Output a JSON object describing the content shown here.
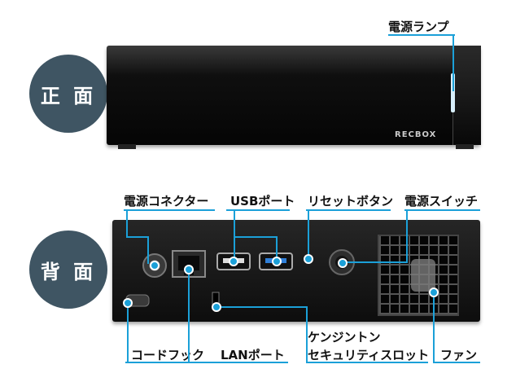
{
  "sections": {
    "front": "正 面",
    "back": "背 面"
  },
  "front_device": {
    "brand": "RECBOX"
  },
  "labels": {
    "power_lamp": "電源ランプ",
    "power_connector": "電源コネクター",
    "usb_port": "USBポート",
    "reset_button": "リセットボタン",
    "power_switch": "電源スイッチ",
    "cord_hook": "コードフック",
    "lan_port": "LANポート",
    "kensington_line1": "ケンジントン",
    "kensington_line2": "セキュリティスロット",
    "fan": "ファン"
  },
  "colors": {
    "accent": "#1ba0d8",
    "badge": "#3f5563"
  }
}
